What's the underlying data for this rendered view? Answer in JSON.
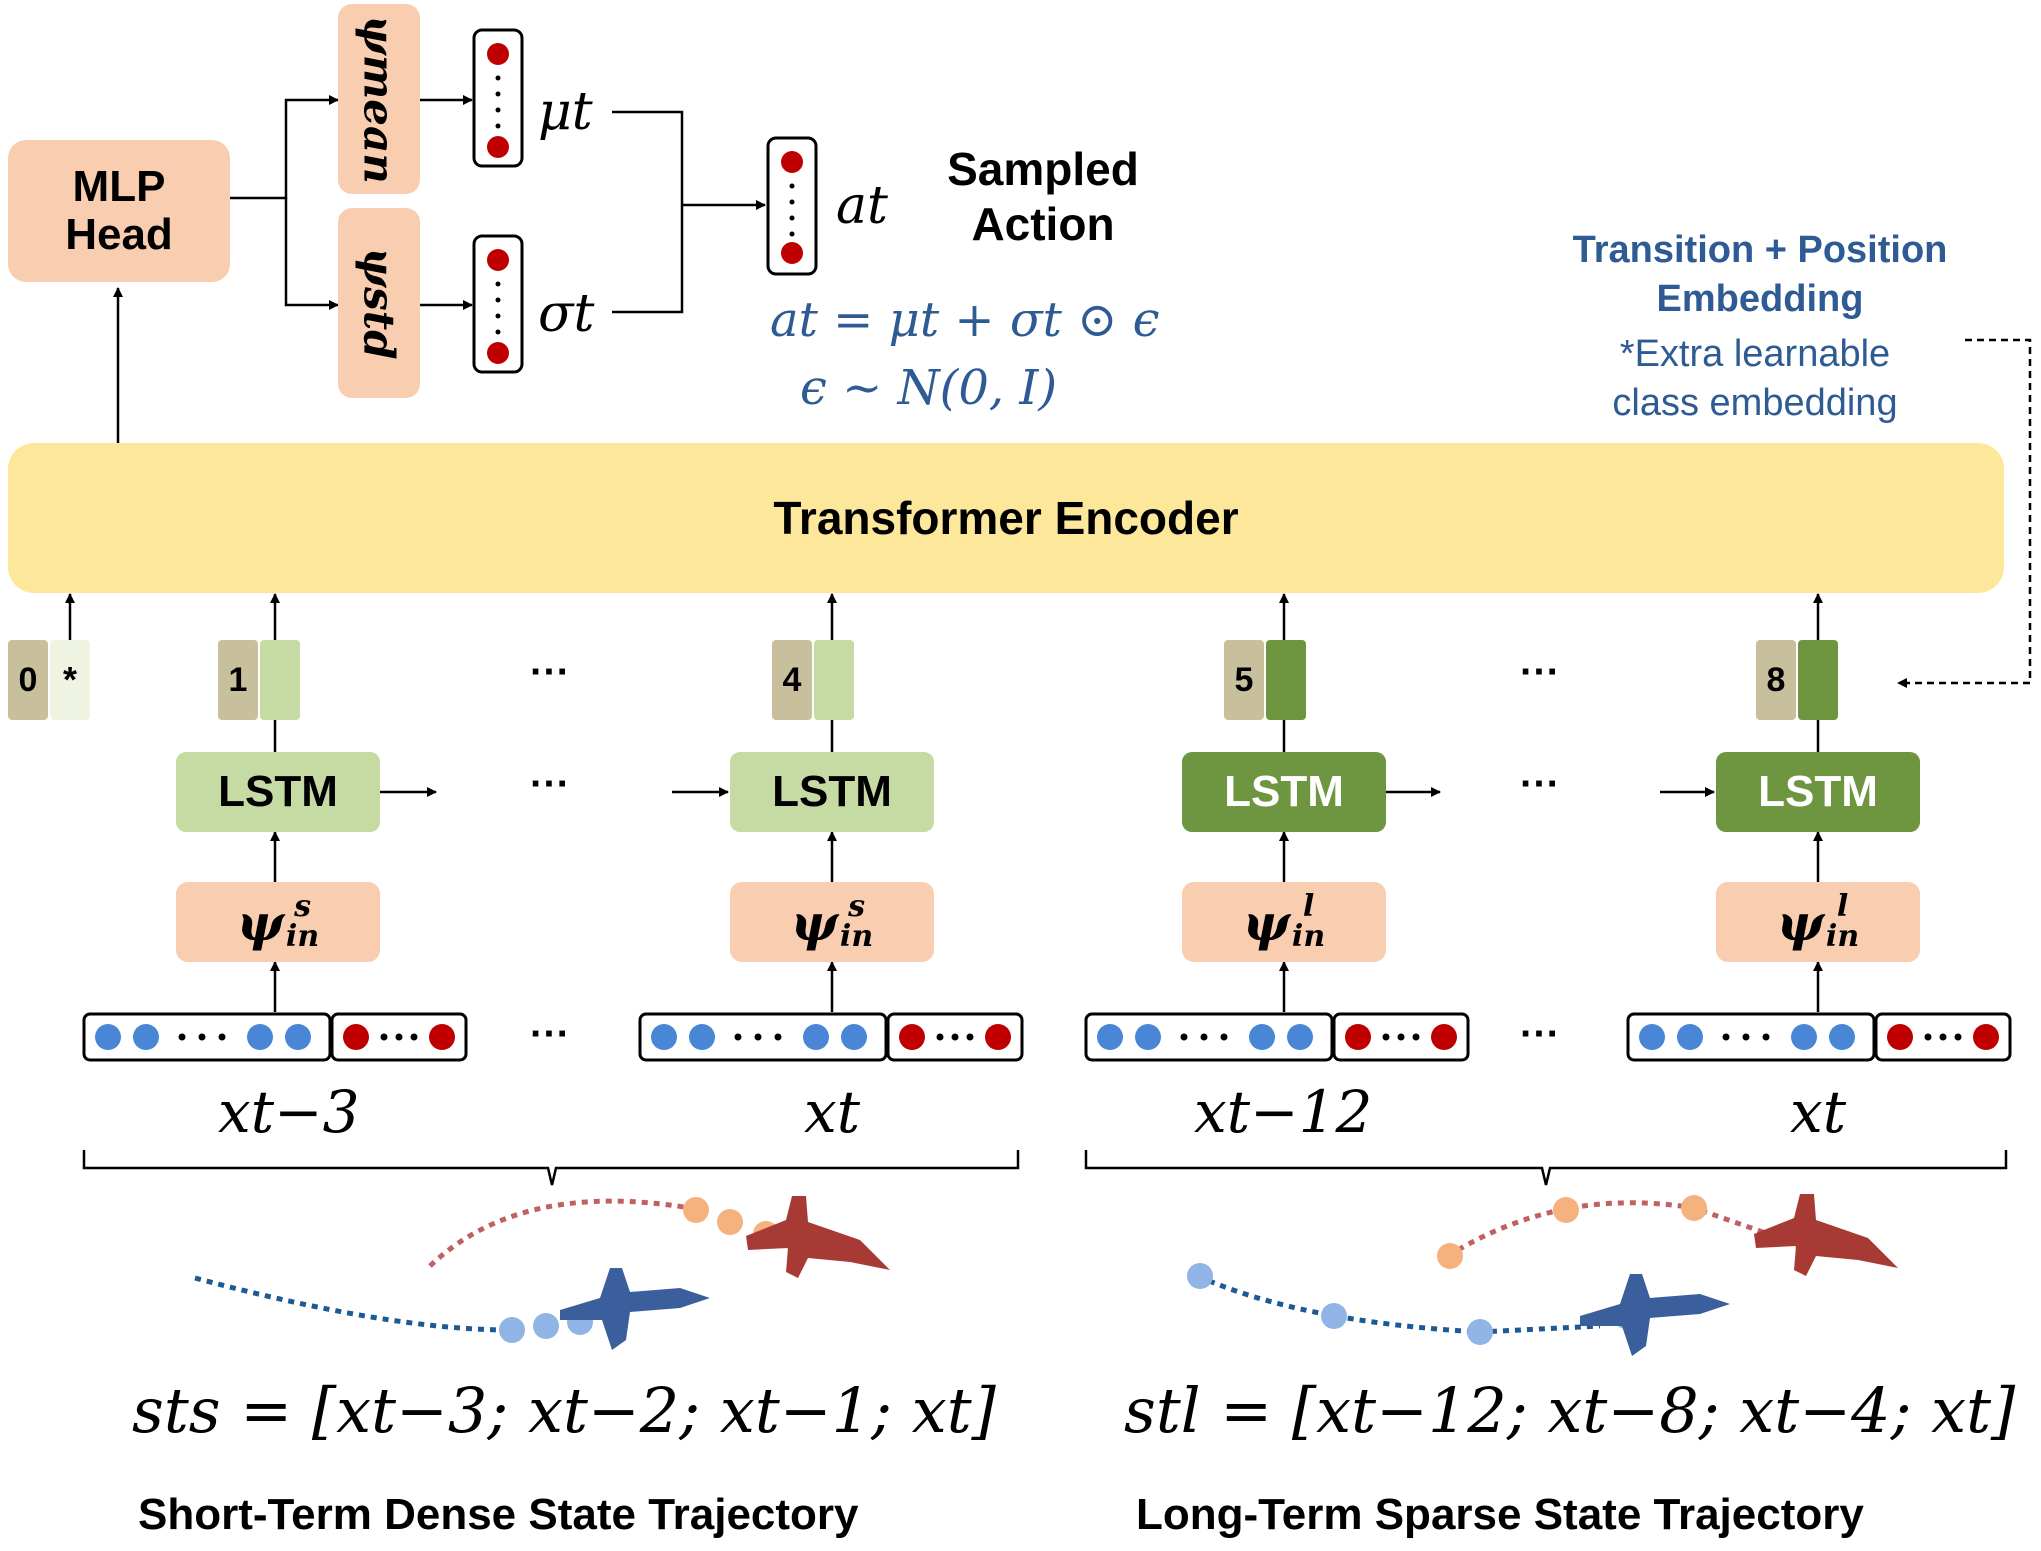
{
  "mlp_head": "MLP\nHead",
  "psi_mean": "ψmean",
  "psi_std": "ψstd",
  "mu_t": "μt",
  "sigma_t": "σt",
  "a_t": "at",
  "sampled_action": "Sampled\nAction",
  "equation_action": "at = μt + σt ⊙ ϵ",
  "equation_noise": "ϵ ~ N(0, I)",
  "embedding_note": {
    "title": "Transition + Position\nEmbedding",
    "subtitle": "*Extra learnable\nclass embedding"
  },
  "transformer_encoder": "Transformer Encoder",
  "tokens": [
    {
      "index": "0",
      "extra": "*"
    },
    {
      "index": "1"
    },
    {
      "index": "4"
    },
    {
      "index": "5"
    },
    {
      "index": "8"
    }
  ],
  "ellipsis": "···",
  "lstm_label": "LSTM",
  "psi_in_short": "ψ",
  "psi_in_short_sup": "s",
  "psi_in_short_sub": "in",
  "psi_in_long": "ψ",
  "psi_in_long_sup": "l",
  "psi_in_long_sub": "in",
  "state_labels": [
    "xt−3",
    "xt",
    "xt−12",
    "xt"
  ],
  "short_equation": "sts = [xt−3; xt−2; xt−1; xt]",
  "long_equation": "stl = [xt−12; xt−8; xt−4; xt]",
  "short_caption": "Short-Term Dense State Trajectory",
  "long_caption": "Long-Term Sparse State Trajectory",
  "colors": {
    "peach": "#f8cdb0",
    "light_green": "#c6dba4",
    "dark_green": "#6e9540",
    "yellow": "#fde79a",
    "index_tan": "#c8bf9c",
    "blue_text": "#2e5b93",
    "blue_dot": "#4a86d6",
    "red_dot": "#c00000",
    "blue_plane": "#3b5f9c",
    "red_plane": "#a83a35"
  }
}
